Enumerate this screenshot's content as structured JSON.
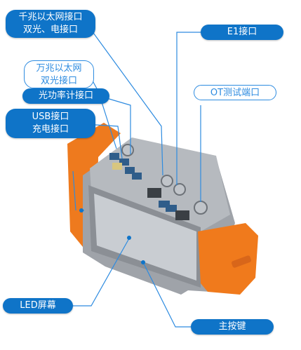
{
  "labels": {
    "gigabit_line1": "千兆以太网接口",
    "gigabit_line2": "双光、电接口",
    "e1": "E1接口",
    "ten_gig_line1": "万兆以太网",
    "ten_gig_line2": "双光接口",
    "power_meter": "光功率计接口",
    "usb_line1": "USB接口",
    "usb_line2": "充电接口",
    "otdr": "OT测试端口",
    "led": "LED屏幕",
    "main_key": "主按键"
  },
  "colors": {
    "accent": "#0f74c8",
    "device_body": "#a9adb3",
    "bumper": "#f07a1c",
    "screen": "#c9cdd2"
  }
}
